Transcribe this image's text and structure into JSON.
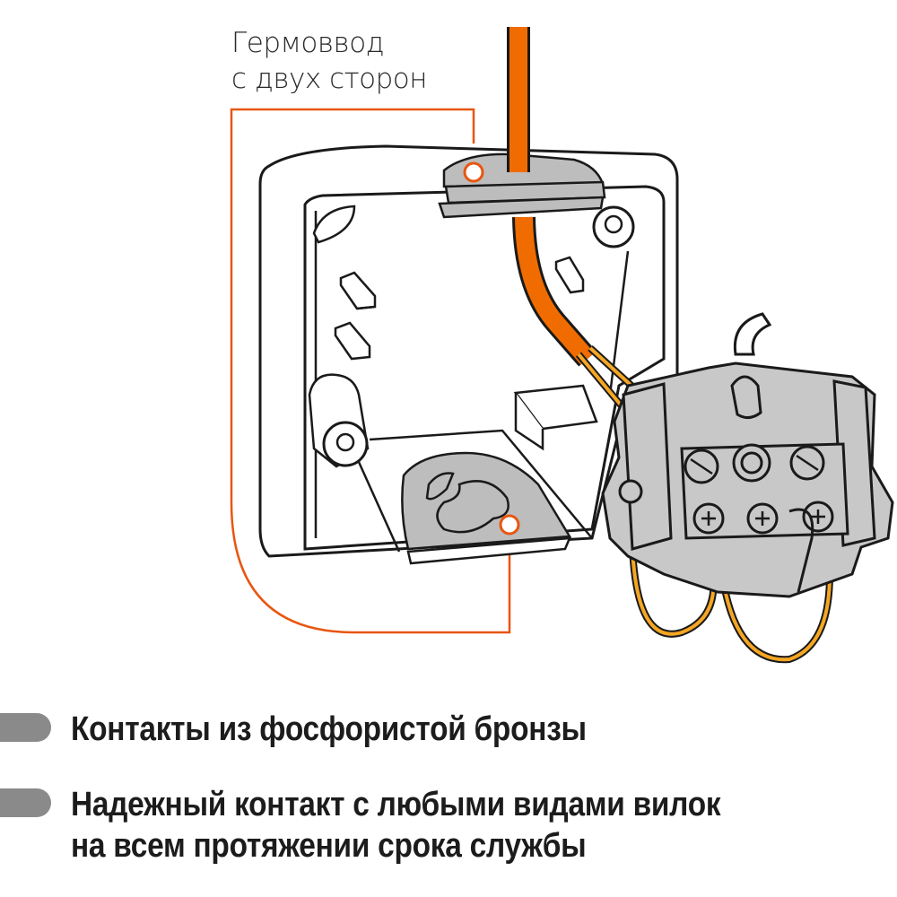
{
  "callout": {
    "line1": "Гермоввод",
    "line2": "с двух сторон",
    "color": "#e8560f"
  },
  "features": [
    {
      "lines": [
        "Контакты из фосфористой бронзы"
      ]
    },
    {
      "lines": [
        "Надежный контакт с любыми видами вилок",
        "на всем протяжении срока службы"
      ]
    }
  ],
  "colors": {
    "cable": "#f06c00",
    "wires": "#f5a623",
    "gray_part": "#bdbdbd",
    "outline": "#1a1a1a",
    "bullet": "#8a8a8a"
  }
}
